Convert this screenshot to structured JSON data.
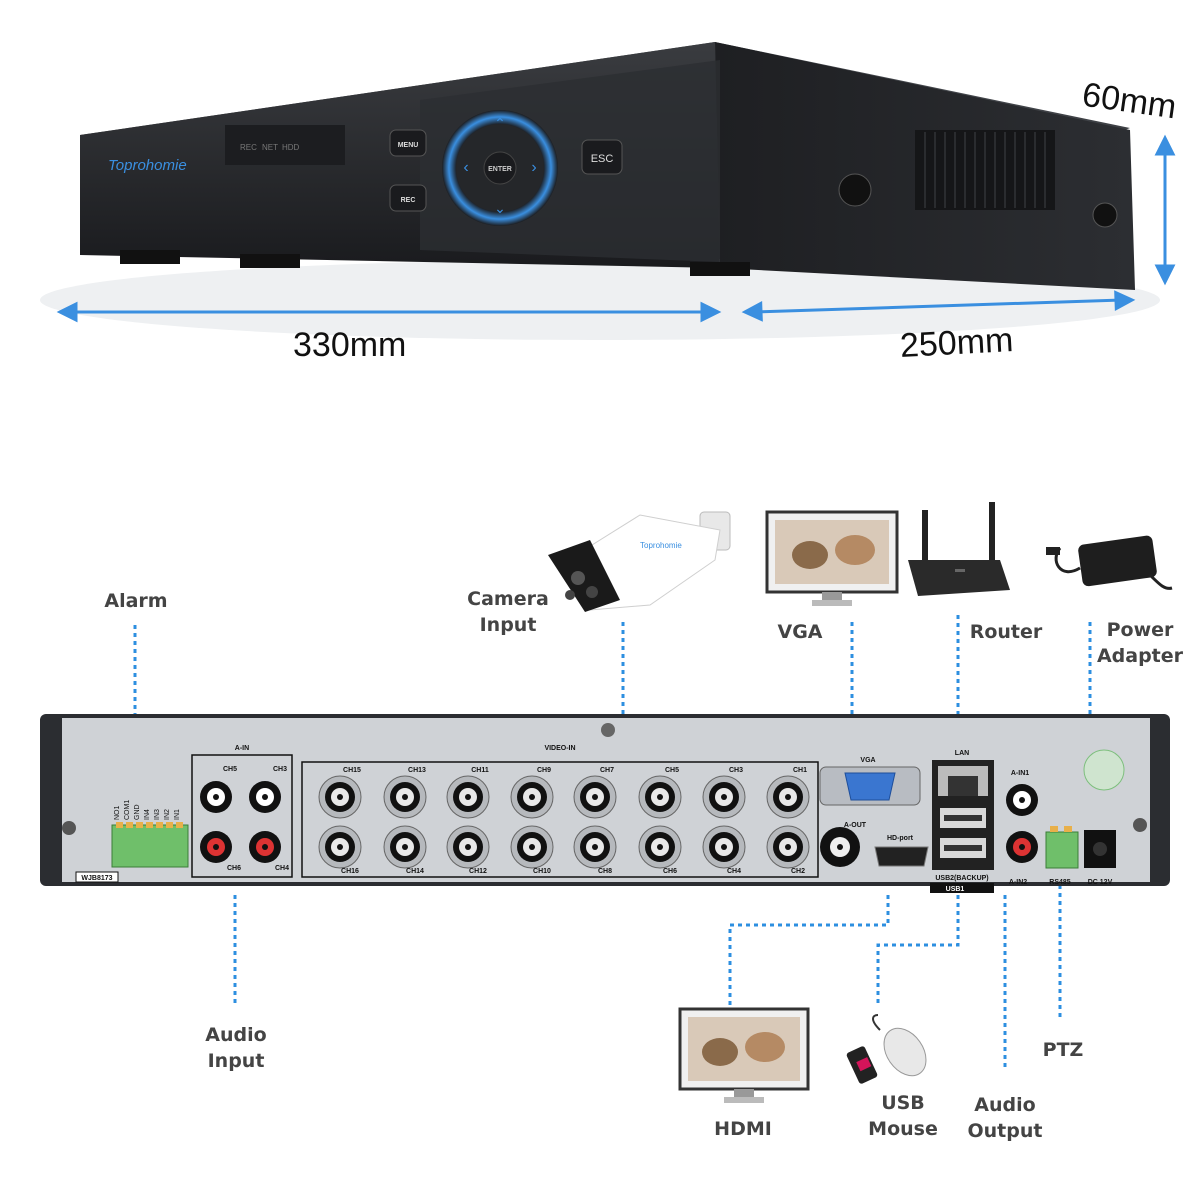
{
  "brand": "Toprohomie",
  "camera_brand": "Toprohomie",
  "front_panel": {
    "indicators": [
      "REC",
      "NET",
      "HDD"
    ],
    "buttons": {
      "menu": "MENU",
      "rec": "REC",
      "esc": "ESC",
      "enter": "ENTER"
    }
  },
  "dimensions": {
    "width": "330mm",
    "depth": "250mm",
    "height": "60mm"
  },
  "connections": {
    "alarm": "Alarm",
    "camera_input": [
      "Camera",
      "Input"
    ],
    "vga": "VGA",
    "router": "Router",
    "power_adapter": [
      "Power",
      "Adapter"
    ],
    "audio_input": [
      "Audio",
      "Input"
    ],
    "hdmi": "HDMI",
    "usb_mouse": [
      "USB",
      "Mouse"
    ],
    "audio_output": [
      "Audio",
      "Output"
    ],
    "ptz": "PTZ"
  },
  "rear_panel": {
    "model": "WJB8173",
    "alarm_pins": [
      "NO1",
      "COM1",
      "GND",
      "IN4",
      "IN3",
      "IN2",
      "IN1"
    ],
    "a_in_title": "A-IN",
    "a_in_labels": [
      "CH5",
      "CH3",
      "CH6",
      "CH4"
    ],
    "video_in_title": "VIDEO-IN",
    "video_top": [
      "CH15",
      "CH13",
      "CH11",
      "CH9",
      "CH7",
      "CH5",
      "CH3",
      "CH1"
    ],
    "video_bottom": [
      "CH16",
      "CH14",
      "CH12",
      "CH10",
      "CH8",
      "CH6",
      "CH4",
      "CH2"
    ],
    "vga": "VGA",
    "a_out": "A-OUT",
    "hd_port": "HD-port",
    "lan": "LAN",
    "usb2": "USB2(BACKUP)",
    "usb1": "USB1",
    "a_in1": "A-IN1",
    "a_in2": "A-IN2",
    "rs485": "RS485",
    "dc": "DC 12V"
  },
  "colors": {
    "accent_blue": "#3a8fe0",
    "dotted_line": "#2d8fe0",
    "chassis": "#2b2d31",
    "panel": "#cfd2d6"
  }
}
